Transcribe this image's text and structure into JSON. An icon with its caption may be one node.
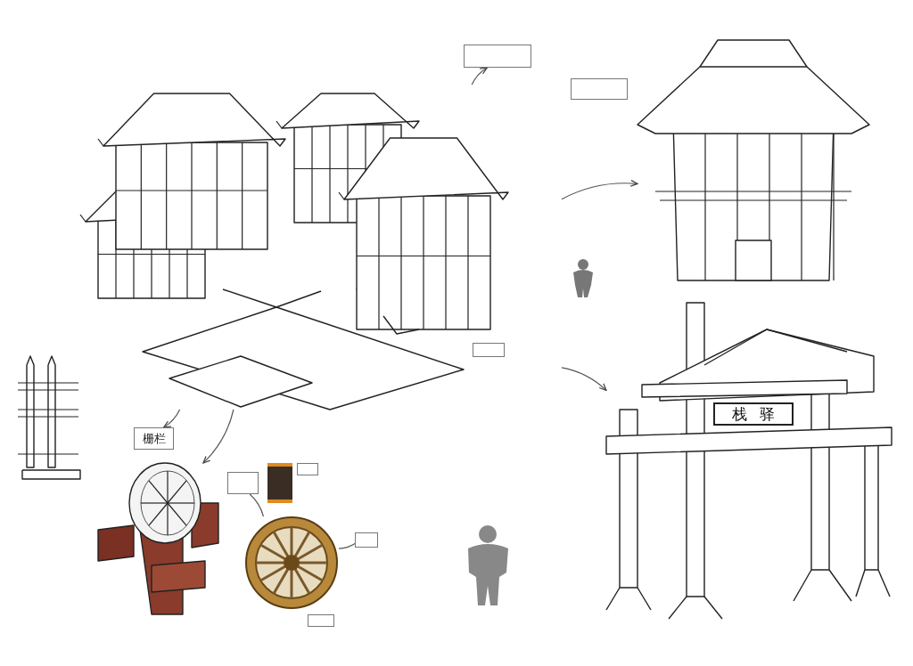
{
  "diagram": {
    "nodes": [
      {
        "text": [],
        "shape": "picture"
      },
      {
        "text": [],
        "shape": "picture"
      },
      {
        "text": [],
        "shape": "picture"
      },
      {
        "text": [
          "栈驿"
        ],
        "in": 2
      },
      {
        "text": [],
        "shape": "picture"
      },
      {
        "text": [],
        "shape": "picture"
      },
      {
        "text": [],
        "shape": "picture"
      },
      {
        "text": [],
        "shape": "picture"
      },
      {
        "text": [
          "栅栏"
        ]
      },
      {
        "text": [],
        "shape": "box"
      },
      {
        "text": [],
        "shape": "box"
      },
      {
        "text": [],
        "shape": "box",
        "in": 0
      },
      {
        "text": [],
        "shape": "box"
      },
      {
        "text": [],
        "shape": "box"
      },
      {
        "text": [],
        "shape": "box"
      },
      {
        "text": [],
        "shape": "box"
      },
      {
        "text": [],
        "shape": "person"
      },
      {
        "text": [],
        "shape": "person"
      }
    ],
    "edges": [
      {
        "from": 0,
        "to": 9,
        "arrow": "to"
      },
      {
        "from": 0,
        "to": 1,
        "arrow": "to"
      },
      {
        "from": 0,
        "to": 2,
        "arrow": "to"
      },
      {
        "from": 0,
        "to": 8,
        "arrow": "to"
      },
      {
        "from": 0,
        "to": 5,
        "arrow": "to"
      },
      {
        "from": 12,
        "to": 6,
        "arrow": "none"
      },
      {
        "from": 14,
        "to": 6,
        "arrow": "none"
      }
    ]
  }
}
